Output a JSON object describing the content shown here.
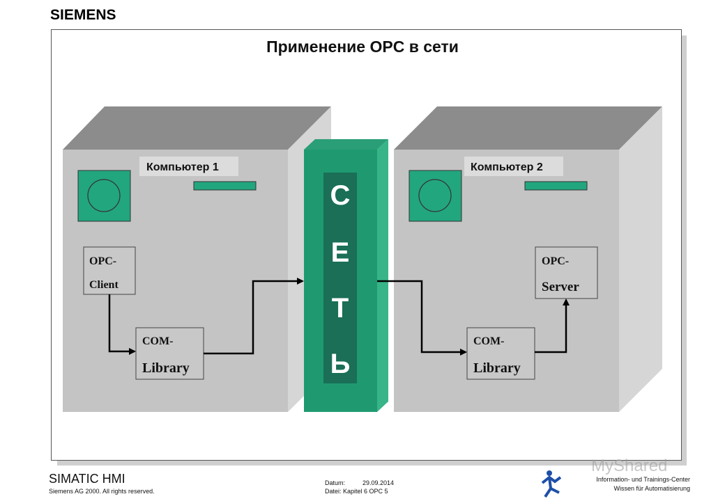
{
  "brand": {
    "logo": "SIEMENS"
  },
  "slide": {
    "title": "Применение OPC в сети",
    "network": {
      "letters": [
        "С",
        "Е",
        "Т",
        "Ь"
      ]
    },
    "computer1": {
      "label": "Компьютер 1",
      "client": [
        "OPC-",
        "Client"
      ],
      "library": [
        "COM-",
        "Library"
      ]
    },
    "computer2": {
      "label": "Компьютер 2",
      "server": [
        "OPC-",
        "Server"
      ],
      "library": [
        "COM-",
        "Library"
      ]
    }
  },
  "footer": {
    "product": "SIMATIC HMI",
    "copyright": "Siemens AG 2000. All rights reserved.",
    "datum_label": "Datum:",
    "datum_value": "29.09.2014",
    "datei_label": "Datei:",
    "datei_value": "Kapitel 6 OPC 5",
    "itc_line1": "Information- und Trainings-Center",
    "itc_line2": "Wissen für Automatisierung"
  },
  "watermark": "MyShared",
  "colors": {
    "green": "#22a67e",
    "network": "#1c8a68",
    "box_front": "#c4c4c4",
    "box_top": "#8c8c8c",
    "box_side": "#d8d8d8"
  }
}
